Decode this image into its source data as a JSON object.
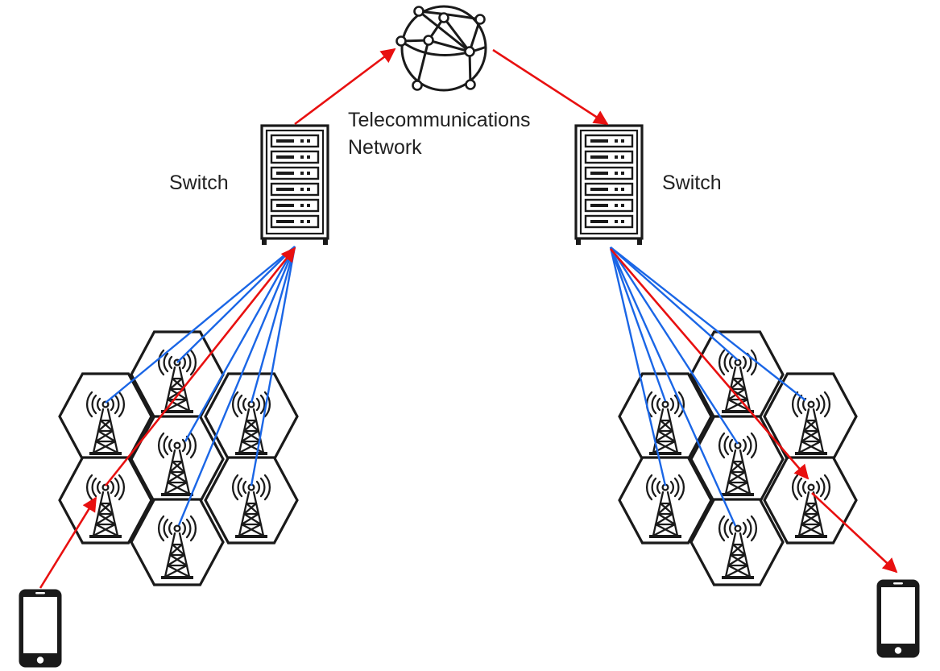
{
  "labels": {
    "network_line1": "Telecommunications",
    "network_line2": "Network",
    "switch_left": "Switch",
    "switch_right": "Switch"
  },
  "colors": {
    "signal_path": "#e81010",
    "backhaul_link": "#1a66e6",
    "outline": "#1a1a1a"
  }
}
